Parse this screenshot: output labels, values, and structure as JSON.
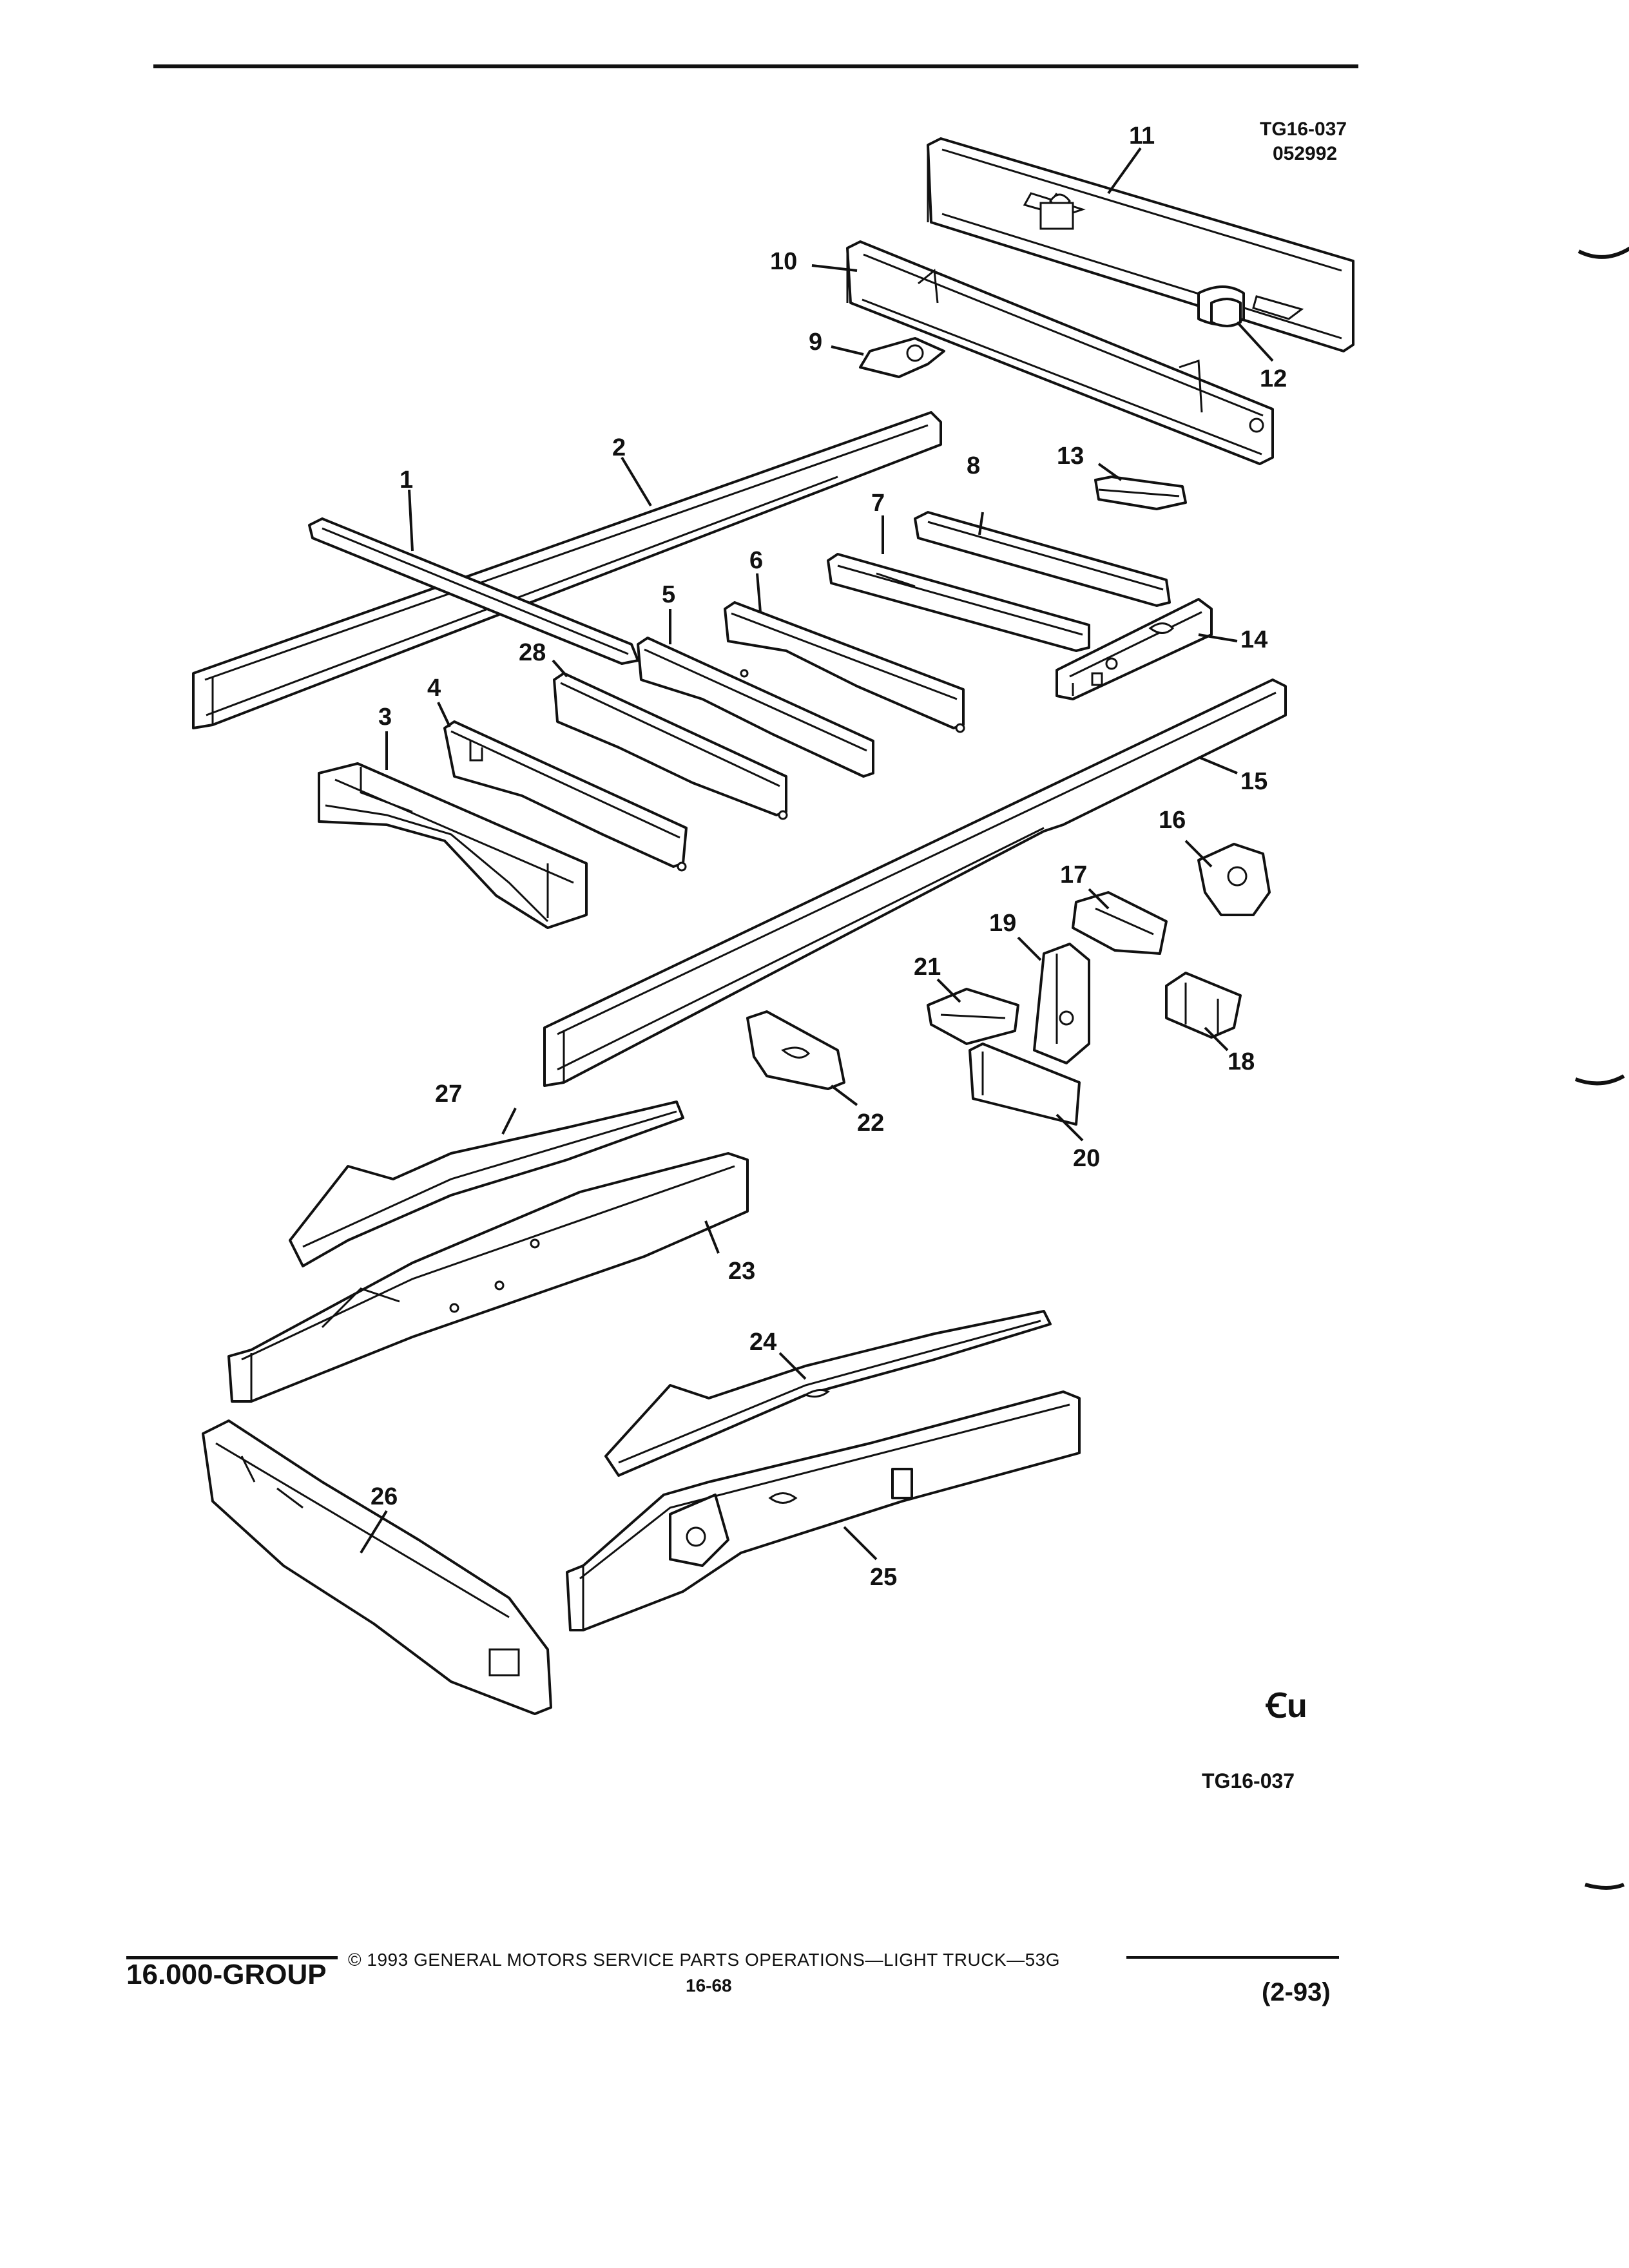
{
  "figure": {
    "ref_top": "TG16-037",
    "date_code": "052992",
    "ref_bottom": "TG16-037",
    "logo_glyph": "Ꞓu"
  },
  "callouts": [
    "1",
    "2",
    "3",
    "4",
    "5",
    "6",
    "7",
    "8",
    "9",
    "10",
    "11",
    "12",
    "13",
    "14",
    "15",
    "16",
    "17",
    "18",
    "19",
    "20",
    "21",
    "22",
    "23",
    "24",
    "25",
    "26",
    "27",
    "28"
  ],
  "footer": {
    "group": "16.000-GROUP",
    "copyright": "© 1993 GENERAL MOTORS SERVICE PARTS OPERATIONS—LIGHT TRUCK—53G",
    "page": "16-68",
    "date": "(2-93)"
  }
}
